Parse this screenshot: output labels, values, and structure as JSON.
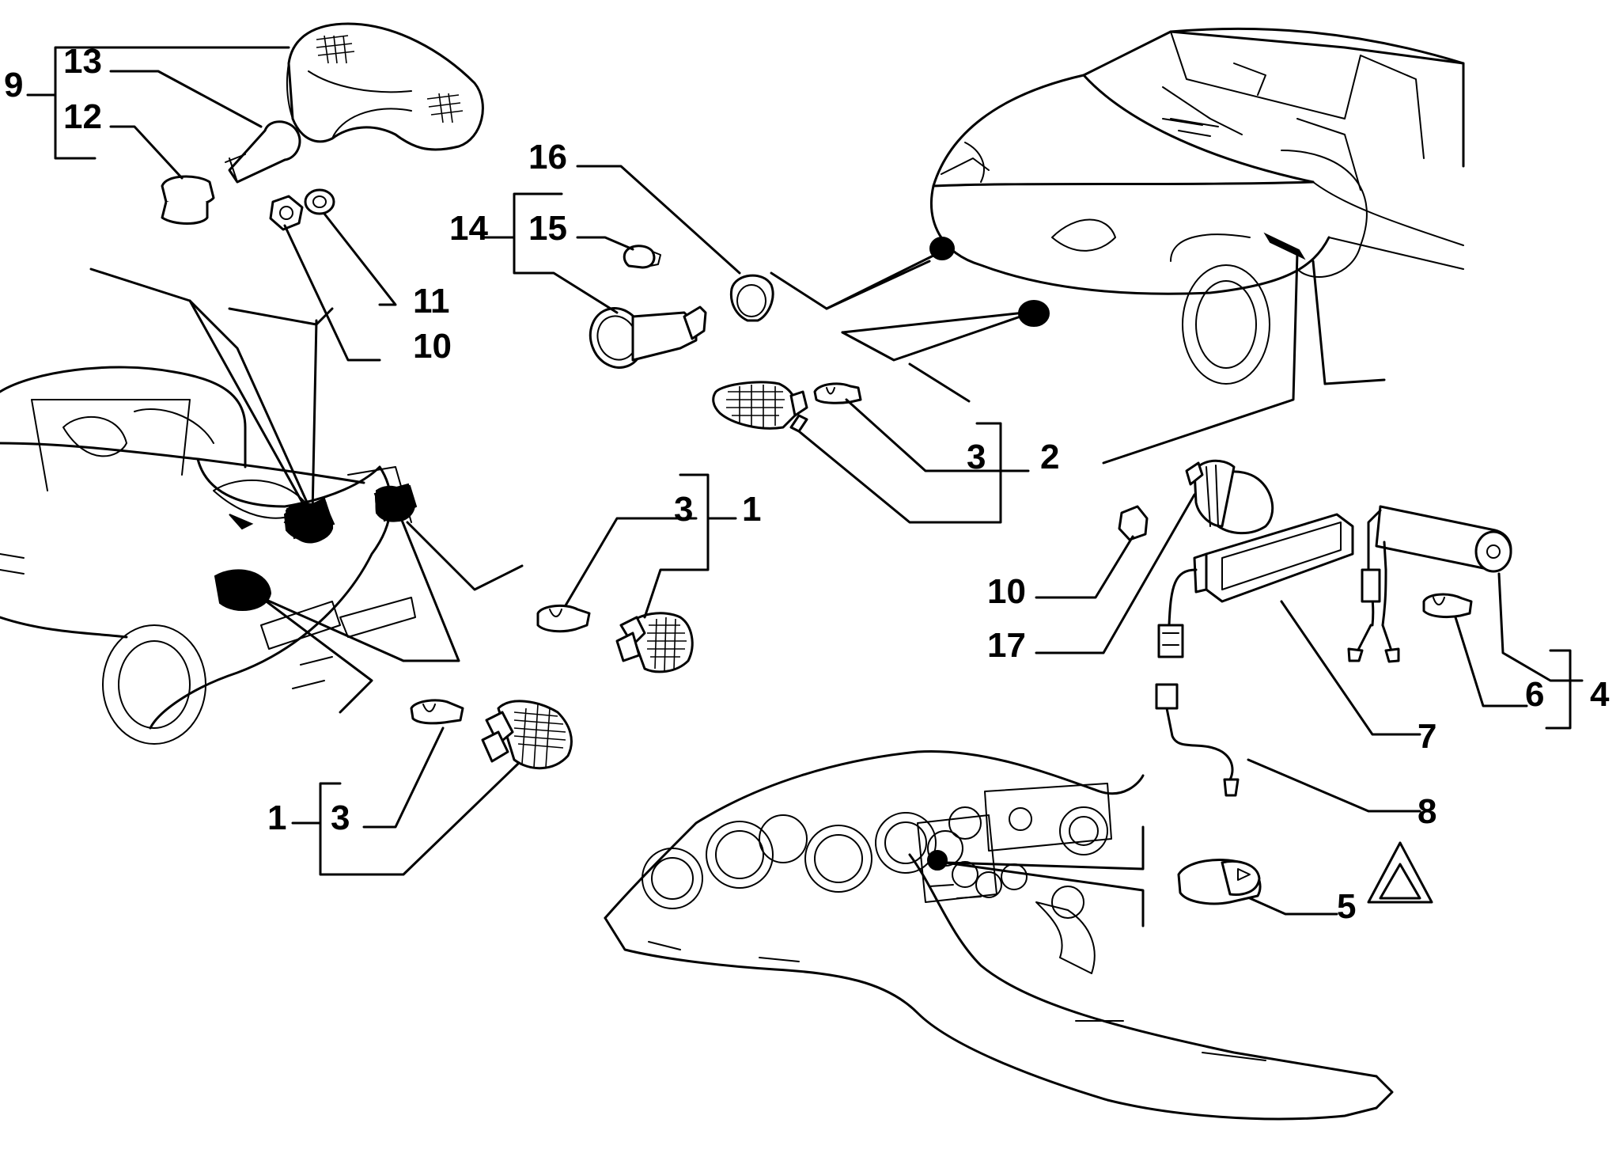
{
  "callouts": {
    "c1a": "1",
    "c1b": "1",
    "c2": "2",
    "c3a": "3",
    "c3b": "3",
    "c3c": "3",
    "c4": "4",
    "c5": "5",
    "c6": "6",
    "c7": "7",
    "c8": "8",
    "c9": "9",
    "c10a": "10",
    "c10b": "10",
    "c11": "11",
    "c12": "12",
    "c13": "13",
    "c14": "14",
    "c15": "15",
    "c16": "16",
    "c17": "17"
  },
  "icons": {
    "hazard": "warning-triangle-icon"
  },
  "colors": {
    "ink": "#000000",
    "paper": "#ffffff"
  }
}
